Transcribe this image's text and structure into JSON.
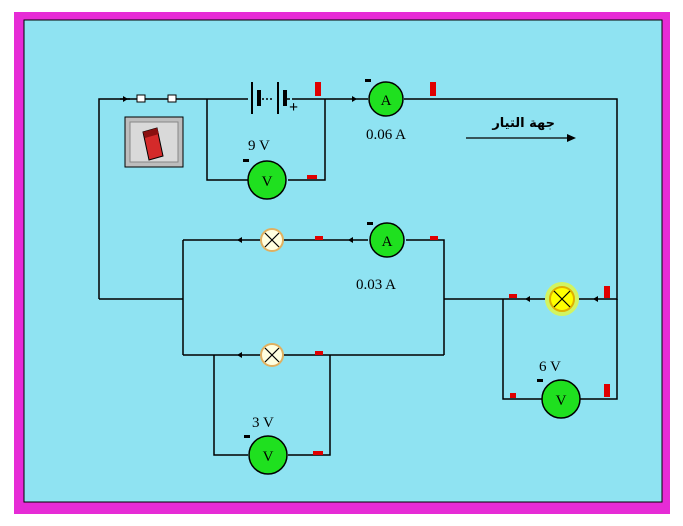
{
  "colors": {
    "frame": "#e62bd6",
    "panel": "#8fe3f2",
    "wire": "#000000",
    "meter": "#1fe01f",
    "marker": "#e00000",
    "lamp_off": "#ffffe0",
    "lamp_on": "#ffff00",
    "switch_red": "#d42a2a"
  },
  "labels": {
    "battery_voltage": "9 V",
    "main_current": "0.06 A",
    "branch_current": "0.03 A",
    "lamp_voltage": "6 V",
    "parallel_voltage": "3 V",
    "current_direction": "جهة التيار"
  },
  "symbols": {
    "ammeter": "A",
    "voltmeter": "V",
    "plus": "+"
  }
}
